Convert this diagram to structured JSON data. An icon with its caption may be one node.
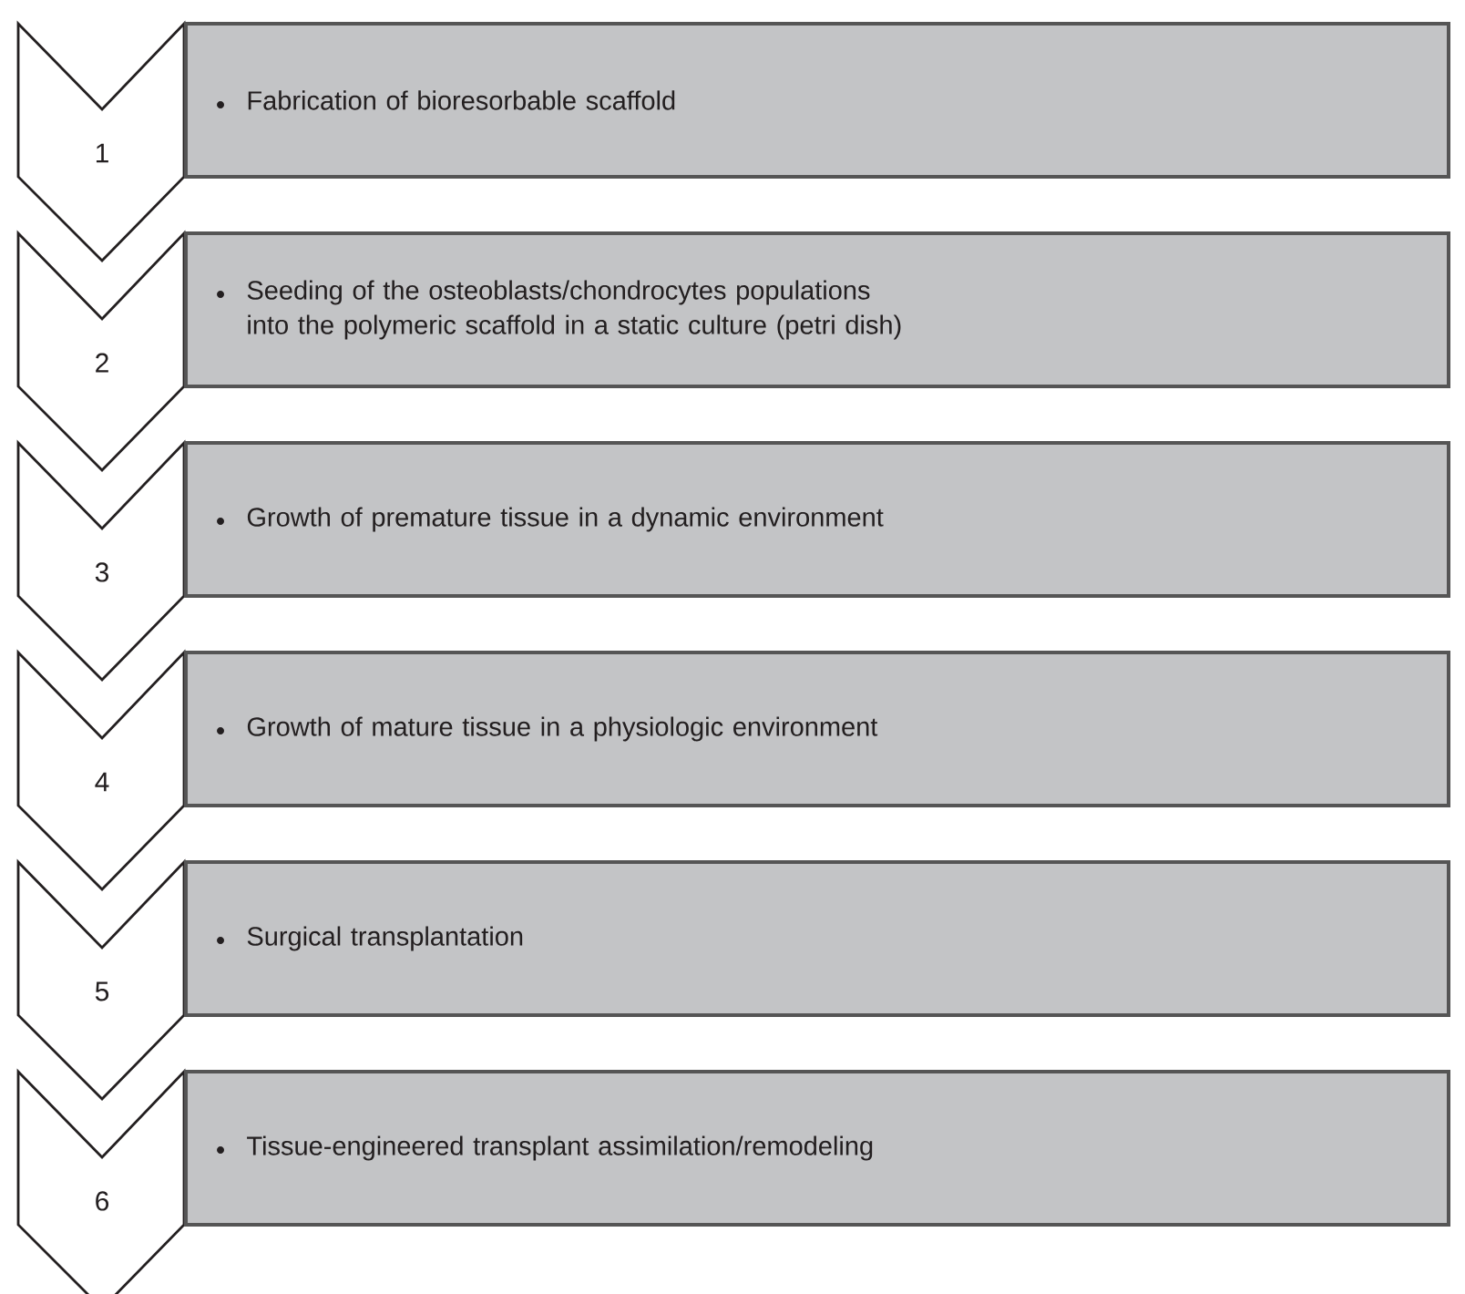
{
  "diagram": {
    "nodes": [
      {
        "text": [
          "1"
        ]
      },
      {
        "text": [
          "Fabrication of bioresorbable scaffold"
        ]
      },
      {
        "text": [
          "2"
        ]
      },
      {
        "text": [
          "Seeding of the osteoblasts/chondrocytes populations into the polymeric scaffold in a static culture (petri dish)"
        ]
      },
      {
        "text": [
          "3"
        ]
      },
      {
        "text": [
          "Growth of premature tissue in a dynamic environment"
        ]
      },
      {
        "text": [
          "4"
        ]
      },
      {
        "text": [
          "Growth of mature tissue in a physiologic environment"
        ]
      },
      {
        "text": [
          "5"
        ]
      },
      {
        "text": [
          "Surgical transplantation"
        ]
      },
      {
        "text": [
          "6"
        ]
      },
      {
        "text": [
          "Tissue-engineered transplant assimilation/remodeling"
        ]
      }
    ]
  }
}
